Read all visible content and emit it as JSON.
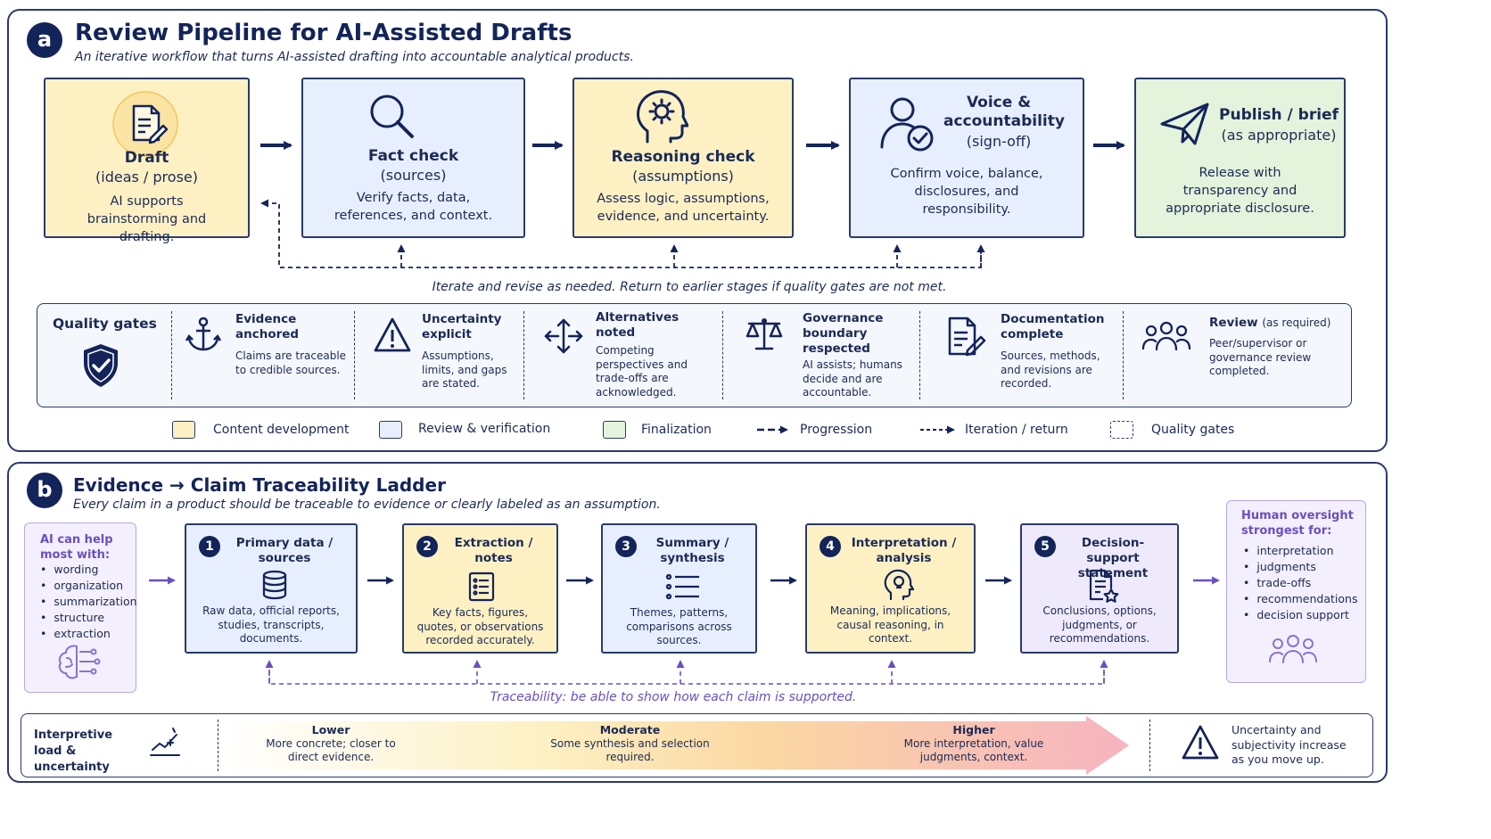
{
  "panel_a": {
    "badge": "a",
    "title": "Review Pipeline for AI-Assisted Drafts",
    "subtitle": "An iterative workflow that turns AI-assisted drafting into accountable analytical products.",
    "stages": [
      {
        "title": "Draft",
        "sub": "(ideas / prose)",
        "desc": "AI supports brainstorming and drafting.",
        "icon": "document-pencil-icon"
      },
      {
        "title": "Fact check",
        "sub": "(sources)",
        "desc": "Verify facts, data, references, and context.",
        "icon": "magnifier-icon"
      },
      {
        "title": "Reasoning check",
        "sub": "(assumptions)",
        "desc": "Assess logic, assumptions, evidence, and uncertainty.",
        "icon": "head-gear-icon"
      },
      {
        "title": "Voice & accountability",
        "sub": "(sign-off)",
        "desc": "Confirm voice, balance, disclosures, and responsibility.",
        "icon": "person-check-icon"
      },
      {
        "title": "Publish / brief",
        "sub": "(as appropriate)",
        "desc": "Release with transparency and appropriate disclosure.",
        "icon": "paper-plane-icon"
      }
    ],
    "iterate_note": "Iterate and revise as needed. Return to earlier stages if quality gates are not met.",
    "gates_label": "Quality gates",
    "gates": [
      {
        "title": "Evidence anchored",
        "desc": "Claims are traceable to credible sources.",
        "icon": "anchor-icon"
      },
      {
        "title": "Uncertainty explicit",
        "desc": "Assumptions, limits, and gaps are stated.",
        "icon": "warning-icon"
      },
      {
        "title": "Alternatives noted",
        "desc": "Competing perspectives and trade-offs are acknowledged.",
        "icon": "arrows-icon"
      },
      {
        "title": "Governance boundary respected",
        "desc": "AI assists; humans decide and are accountable.",
        "icon": "scales-icon"
      },
      {
        "title": "Documentation complete",
        "desc": "Sources, methods, and revisions are recorded.",
        "icon": "document-edit-icon"
      },
      {
        "title": "Review",
        "title_suffix": "(as required)",
        "desc": "Peer/supervisor or governance review completed.",
        "icon": "people-icon"
      }
    ],
    "legend": [
      {
        "label": "Content development",
        "color": "#fdf1c4"
      },
      {
        "label": "Review & verification",
        "color": "#e7efff"
      },
      {
        "label": "Finalization",
        "color": "#e3f3dc"
      },
      {
        "label": "Progression"
      },
      {
        "label": "Iteration / return"
      },
      {
        "label": "Quality gates"
      }
    ]
  },
  "panel_b": {
    "badge": "b",
    "title": "Evidence → Claim Traceability Ladder",
    "subtitle": "Every claim in a product should be traceable to evidence or clearly labeled as an assumption.",
    "ai_help": {
      "title": "AI can help most with:",
      "items": [
        "wording",
        "organization",
        "summarization",
        "structure",
        "extraction"
      ]
    },
    "steps": [
      {
        "num": "1",
        "title": "Primary data / sources",
        "desc": "Raw data, official reports, studies, transcripts, documents.",
        "icon": "database-icon"
      },
      {
        "num": "2",
        "title": "Extraction / notes",
        "desc": "Key facts, figures, quotes, or observations recorded accurately.",
        "icon": "checklist-icon"
      },
      {
        "num": "3",
        "title": "Summary / synthesis",
        "desc": "Themes, patterns, comparisons across sources.",
        "icon": "list-icon"
      },
      {
        "num": "4",
        "title": "Interpretation / analysis",
        "desc": "Meaning, implications, causal reasoning, in context.",
        "icon": "head-bulb-icon"
      },
      {
        "num": "5",
        "title": "Decision-support statement",
        "desc": "Conclusions, options, judgments, or recommendations.",
        "icon": "document-star-icon"
      }
    ],
    "human": {
      "title": "Human oversight strongest for:",
      "items": [
        "interpretation",
        "judgments",
        "trade-offs",
        "recommendations",
        "decision support"
      ]
    },
    "traceability_note": "Traceability: be able to show how each claim is supported.",
    "load": {
      "label": "Interpretive load & uncertainty",
      "levels": [
        {
          "title": "Lower",
          "desc": "More concrete; closer to direct evidence."
        },
        {
          "title": "Moderate",
          "desc": "Some synthesis and selection required."
        },
        {
          "title": "Higher",
          "desc": "More interpretation, value judgments, context."
        }
      ],
      "warning": "Uncertainty and subjectivity increase as you move up."
    }
  }
}
